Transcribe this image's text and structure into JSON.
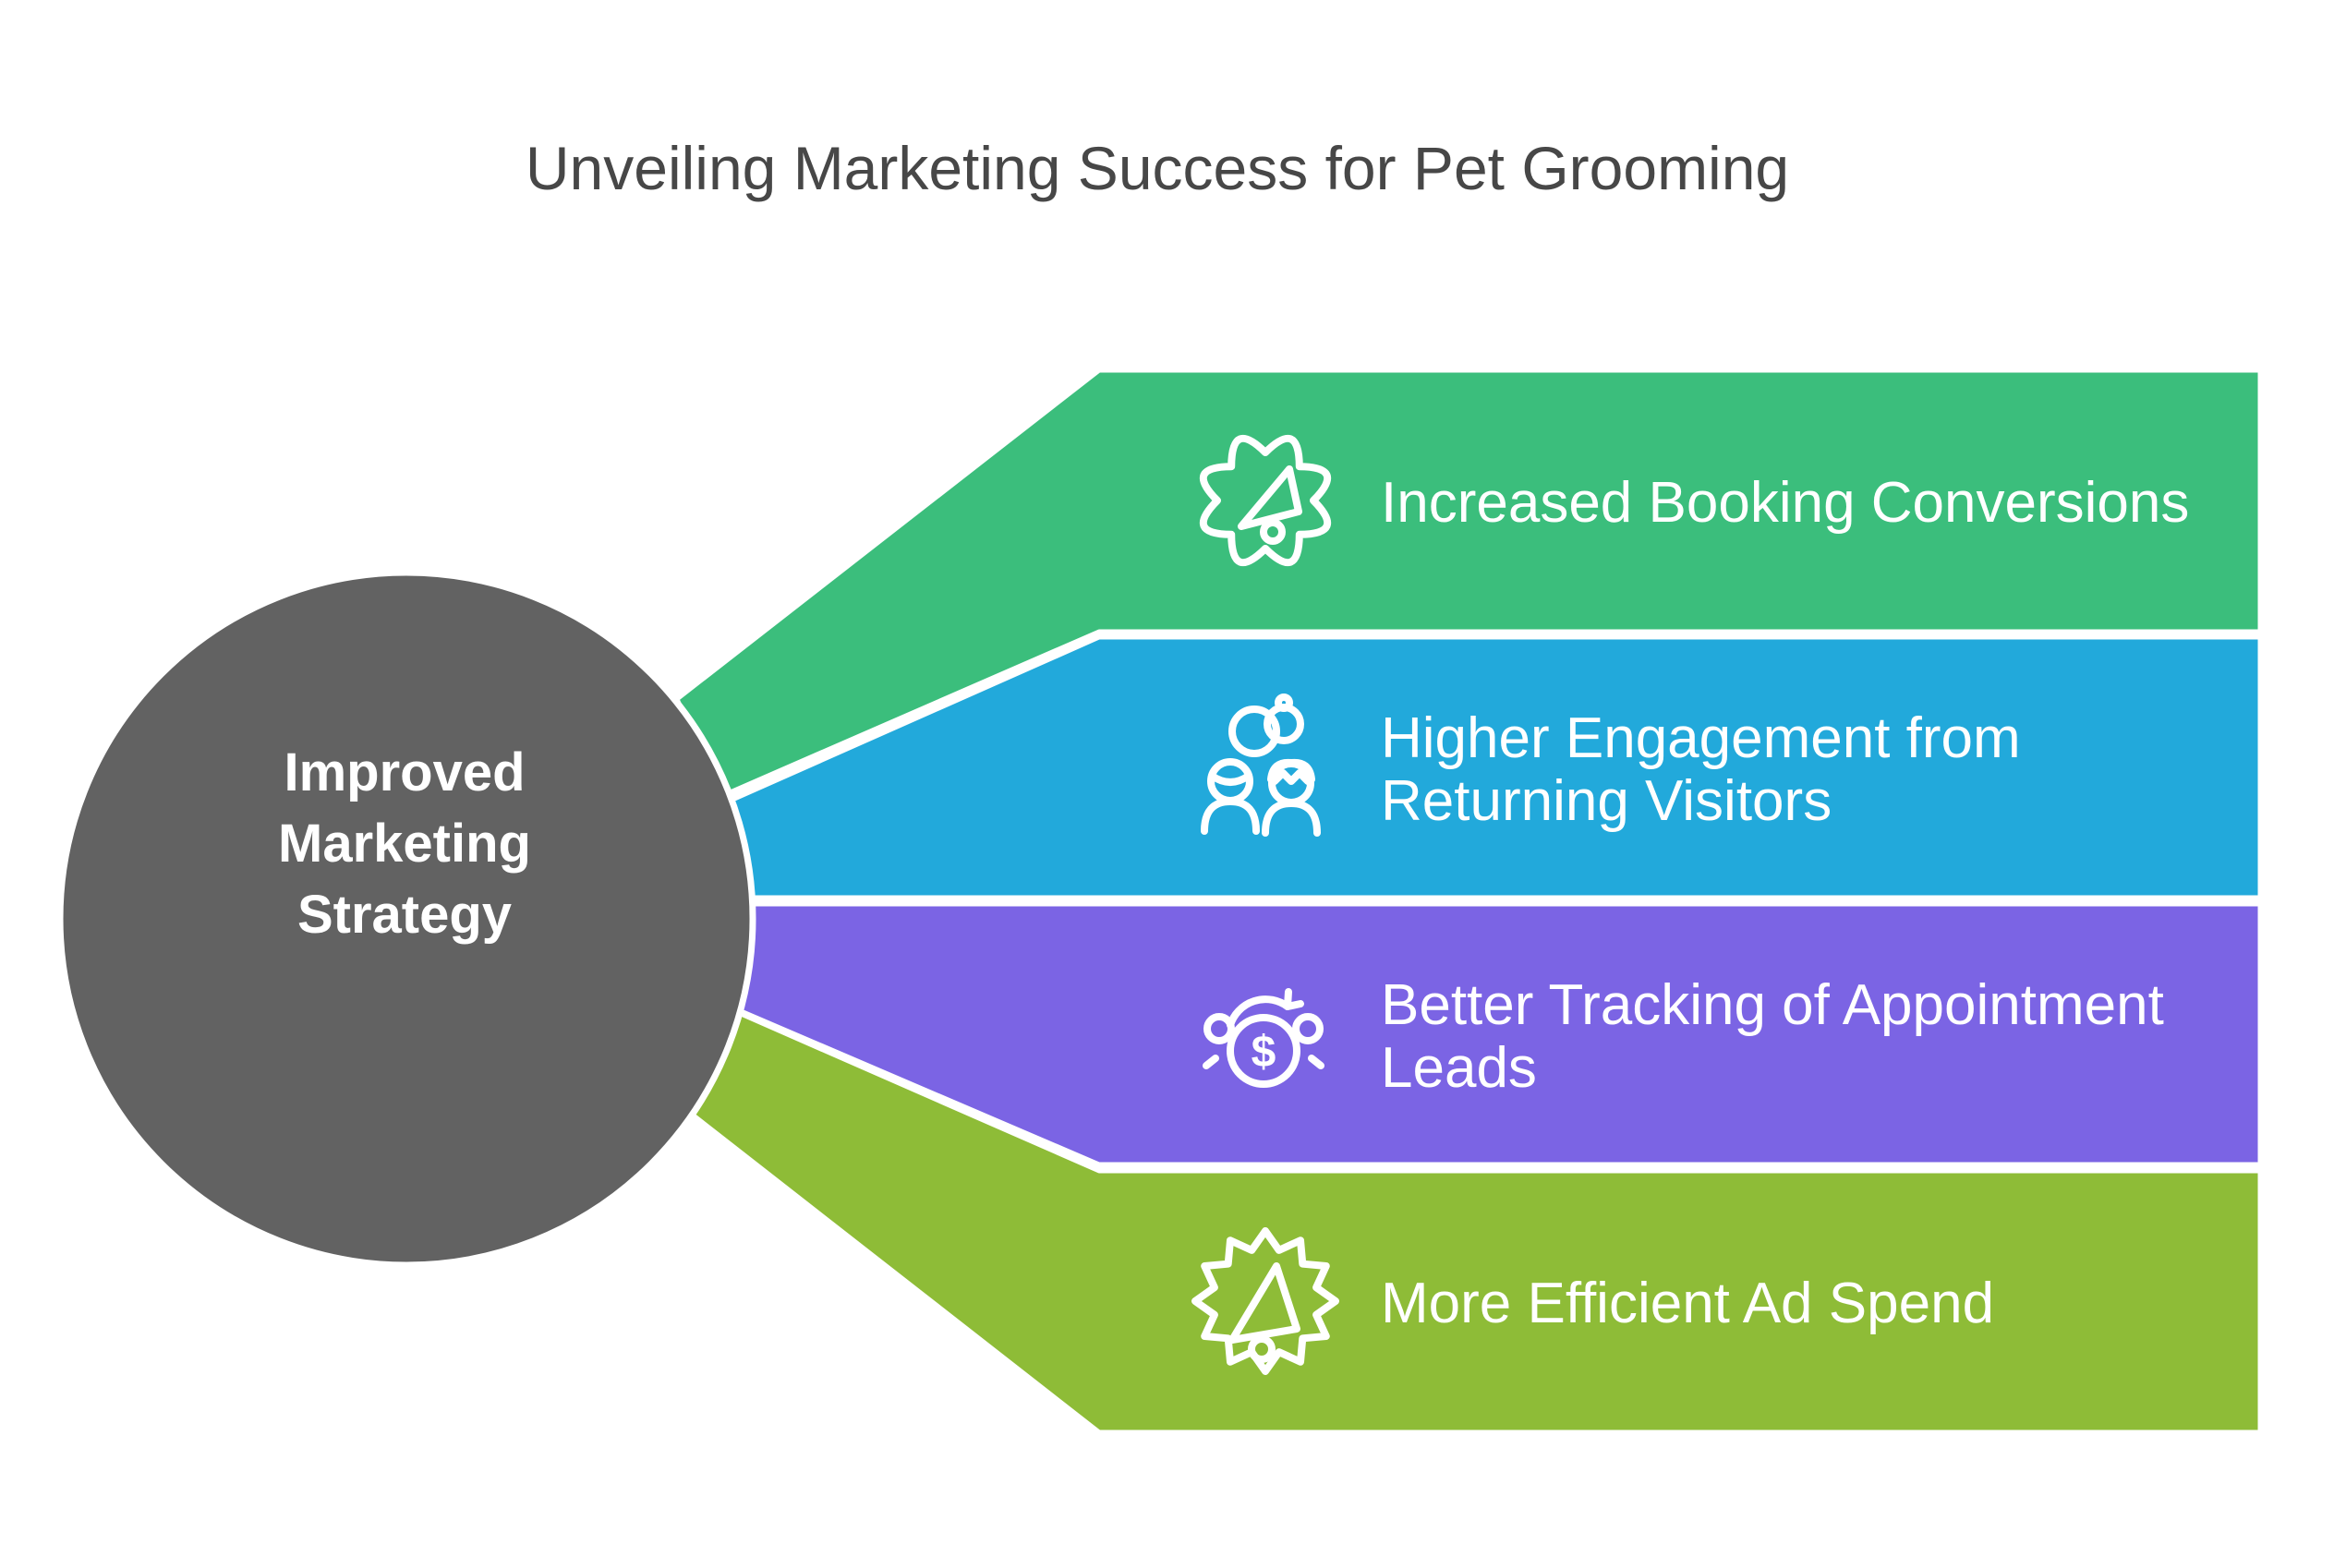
{
  "title": "Unveiling Marketing Success for Pet Grooming",
  "center": {
    "label_lines": [
      "Improved",
      "Marketing",
      "Strategy"
    ]
  },
  "colors": {
    "circle_fill": "#626262",
    "title_text": "#474747",
    "label_text": "#FFFFFF",
    "band_green": "#3BBE7C",
    "band_blue": "#22A9DB",
    "band_purple": "#7B64E4",
    "band_olive": "#8EBC37"
  },
  "bands": [
    {
      "color": "#3BBE7C",
      "icon": "megaphone-badge-icon",
      "lines": [
        "Increased Booking Conversions"
      ]
    },
    {
      "color": "#22A9DB",
      "icon": "returning-visitors-icon",
      "lines": [
        "Higher Engagement from",
        "Returning Visitors"
      ]
    },
    {
      "color": "#7B64E4",
      "icon": "money-cycle-icon",
      "lines": [
        "Better Tracking of Appointment",
        "Leads"
      ]
    },
    {
      "color": "#8EBC37",
      "icon": "megaphone-burst-icon",
      "lines": [
        "More Efficient Ad Spend"
      ]
    }
  ],
  "icons": {
    "dollar_glyph": "$"
  }
}
